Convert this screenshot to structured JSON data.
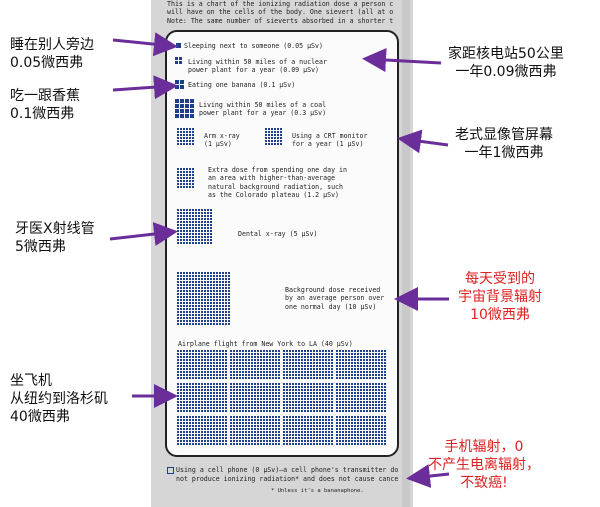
{
  "header_lines": [
    "This is a chart of the ionizing radiation dose a person c",
    "will have on the cells of the body. One sievert (all at o",
    "Note: The same number of sieverts absorbed in a shorter t"
  ],
  "items": [
    {
      "label": "Sleeping next to someone (0.05 µSv)"
    },
    {
      "label": "Living within 50 miles of a nuclear\npower plant for a year (0.09 µSv)"
    },
    {
      "label": "Eating one banana (0.1 µSv)"
    },
    {
      "label": "Living within 50 miles of a coal\npower plant for a year (0.3 µSv)"
    },
    {
      "label": "Arm x-ray\n(1 µSv)"
    },
    {
      "label": "Using a CRT monitor\nfor a year (1 µSv)"
    },
    {
      "label": "Extra dose from spending one day in\nan area with higher-than-average\nnatural background radiation, such\nas the Colorado plateau (1.2 µSv)"
    },
    {
      "label": "Dental x-ray (5 µSv)"
    },
    {
      "label": "Background dose received\nby an average person over\none normal day (10 µSv)"
    },
    {
      "label": "Airplane flight from New York to LA (40 µSv)"
    }
  ],
  "bottom_note": "Using a cell phone (0 µSv)—a cell phone's transmitter do",
  "bottom_note_2": "not produce ionizing radiation* and does not cause cance",
  "footnote": "* Unless it's a bananaphone.",
  "annotations": {
    "sleep": "睡在别人旁边\n0.05微西弗",
    "nuclear": "家距核电站50公里\n一年0.09微西弗",
    "banana": "吃一跟香蕉\n0.1微西弗",
    "crt": "老式显像管屏幕\n一年1微西弗",
    "dental": "牙医X射线管\n5微西弗",
    "background": "每天受到的\n宇宙背景辐射\n10微西弗",
    "flight": "坐飞机\n从纽约到洛杉矶\n40微西弗",
    "phone": "手机辐射，0\n不产生电离辐射，\n不致癌!"
  },
  "colors": {
    "square": "#1f3f8c",
    "arrow": "#6a2d9a",
    "red_text": "#dd2222"
  }
}
